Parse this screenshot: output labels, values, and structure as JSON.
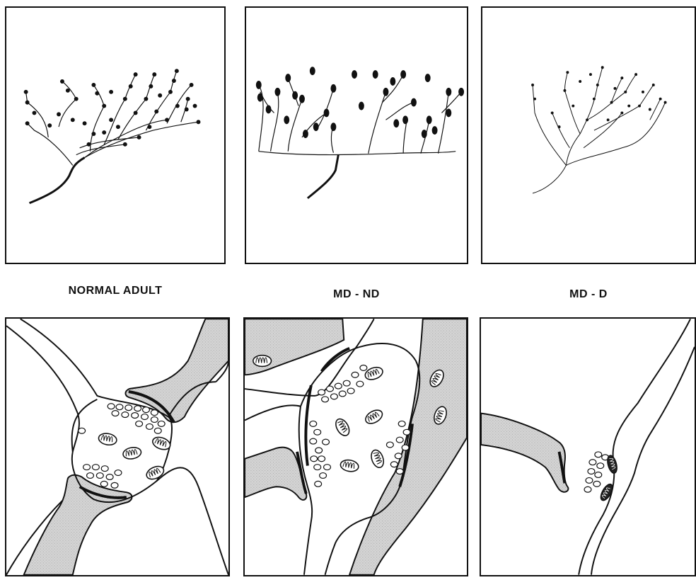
{
  "labels": {
    "normal_adult": "NORMAL ADULT",
    "md_nd": "MD - ND",
    "md_d": "MD - D"
  },
  "colors": {
    "outline": "#111111",
    "shaded_process": "#d6d6d6",
    "background": "#ffffff"
  }
}
